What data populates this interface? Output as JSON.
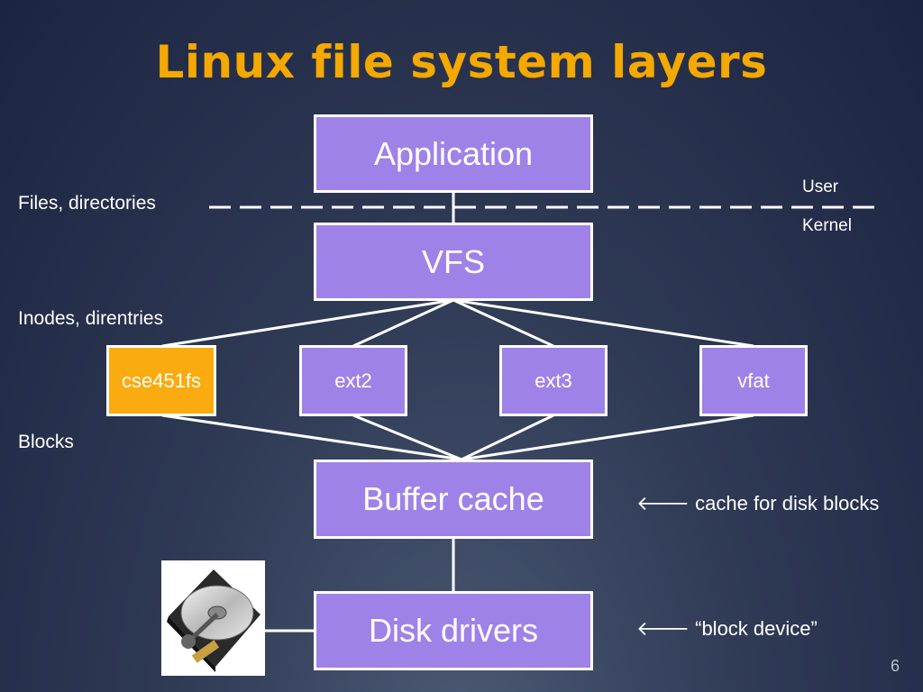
{
  "title": "Linux file system layers",
  "boxes": {
    "application": "Application",
    "vfs": "VFS",
    "cse451fs": "cse451fs",
    "ext2": "ext2",
    "ext3": "ext3",
    "vfat": "vfat",
    "buffer_cache": "Buffer cache",
    "disk_drivers": "Disk drivers"
  },
  "labels": {
    "files_directories": "Files, directories",
    "inodes_direntries": "Inodes, direntries",
    "blocks": "Blocks",
    "user": "User",
    "kernel": "Kernel"
  },
  "notes": {
    "buffer_cache_note": "cache for disk blocks",
    "disk_drivers_note": "“block device”",
    "arrow_glyph": "🡐"
  },
  "page_number": "6",
  "colors": {
    "title": "#f5a800",
    "box_fill": "#9f82e8",
    "highlight_fill": "#f9ab0f",
    "line": "#ffffff"
  },
  "icons": {
    "disk_image": "hard-disk-icon"
  }
}
